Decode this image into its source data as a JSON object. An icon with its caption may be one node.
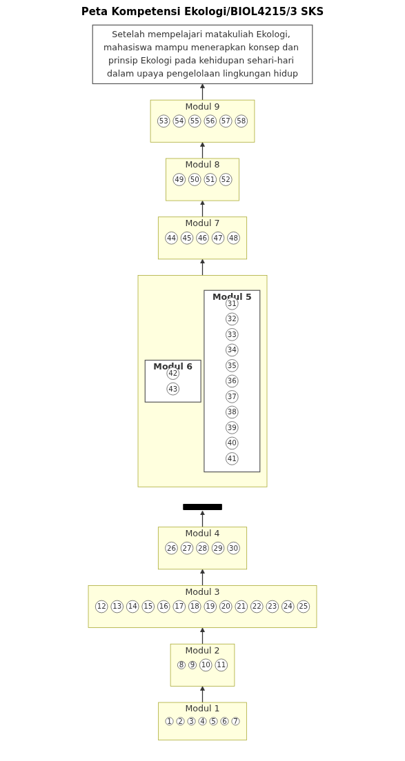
{
  "diagram": {
    "title": "Peta Kompetensi Ekologi/BIOL4215/3 SKS",
    "nodes": [
      {
        "text": [
          "Setelah mempelajari matakuliah Ekologi, mahasiswa mampu menerapkan konsep dan prinsip Ekologi pada kehidupan sehari-hari dalam upaya pengelolaan lingkungan hidup"
        ]
      },
      {
        "text": [
          "Modul 9"
        ]
      },
      {
        "text": [
          "53"
        ],
        "in": 1
      },
      {
        "text": [
          "54"
        ],
        "in": 1
      },
      {
        "text": [
          "55"
        ],
        "in": 1
      },
      {
        "text": [
          "56"
        ],
        "in": 1
      },
      {
        "text": [
          "57"
        ],
        "in": 1
      },
      {
        "text": [
          "58"
        ],
        "in": 1
      },
      {
        "text": [
          "Modul 8"
        ]
      },
      {
        "text": [
          "49"
        ],
        "in": 8
      },
      {
        "text": [
          "50"
        ],
        "in": 8
      },
      {
        "text": [
          "51"
        ],
        "in": 8
      },
      {
        "text": [
          "52"
        ],
        "in": 8
      },
      {
        "text": [
          "Modul 7"
        ]
      },
      {
        "text": [
          "44"
        ],
        "in": 13
      },
      {
        "text": [
          "45"
        ],
        "in": 13
      },
      {
        "text": [
          "46"
        ],
        "in": 13
      },
      {
        "text": [
          "47"
        ],
        "in": 13
      },
      {
        "text": [
          "48"
        ],
        "in": 13
      },
      {
        "text": [],
        "shape": "box"
      },
      {
        "text": [
          "Modul 5"
        ],
        "in": 19
      },
      {
        "text": [
          "31"
        ],
        "in": 20
      },
      {
        "text": [
          "32"
        ],
        "in": 20
      },
      {
        "text": [
          "33"
        ],
        "in": 20
      },
      {
        "text": [
          "34"
        ],
        "in": 20
      },
      {
        "text": [
          "35"
        ],
        "in": 20
      },
      {
        "text": [
          "36"
        ],
        "in": 20
      },
      {
        "text": [
          "37"
        ],
        "in": 20
      },
      {
        "text": [
          "38"
        ],
        "in": 20
      },
      {
        "text": [
          "39"
        ],
        "in": 20
      },
      {
        "text": [
          "40"
        ],
        "in": 20
      },
      {
        "text": [
          "41"
        ],
        "in": 20
      },
      {
        "text": [
          "Modul 6"
        ],
        "in": 19
      },
      {
        "text": [
          "42"
        ],
        "in": 32
      },
      {
        "text": [
          "43"
        ],
        "in": 32
      },
      {
        "text": [],
        "shape": "bar"
      },
      {
        "text": [
          "Modul 4"
        ]
      },
      {
        "text": [
          "26"
        ],
        "in": 36
      },
      {
        "text": [
          "27"
        ],
        "in": 36
      },
      {
        "text": [
          "28"
        ],
        "in": 36
      },
      {
        "text": [
          "29"
        ],
        "in": 36
      },
      {
        "text": [
          "30"
        ],
        "in": 36
      },
      {
        "text": [
          "Modul 3"
        ]
      },
      {
        "text": [
          "12"
        ],
        "in": 42
      },
      {
        "text": [
          "13"
        ],
        "in": 42
      },
      {
        "text": [
          "14"
        ],
        "in": 42
      },
      {
        "text": [
          "15"
        ],
        "in": 42
      },
      {
        "text": [
          "16"
        ],
        "in": 42
      },
      {
        "text": [
          "17"
        ],
        "in": 42
      },
      {
        "text": [
          "18"
        ],
        "in": 42
      },
      {
        "text": [
          "19"
        ],
        "in": 42
      },
      {
        "text": [
          "20"
        ],
        "in": 42
      },
      {
        "text": [
          "21"
        ],
        "in": 42
      },
      {
        "text": [
          "22"
        ],
        "in": 42
      },
      {
        "text": [
          "23"
        ],
        "in": 42
      },
      {
        "text": [
          "24"
        ],
        "in": 42
      },
      {
        "text": [
          "25"
        ],
        "in": 42
      },
      {
        "text": [
          "Modul 2"
        ]
      },
      {
        "text": [
          "8"
        ],
        "in": 57
      },
      {
        "text": [
          "9"
        ],
        "in": 57
      },
      {
        "text": [
          "10"
        ],
        "in": 57
      },
      {
        "text": [
          "11"
        ],
        "in": 57
      },
      {
        "text": [
          "Modul 1"
        ]
      },
      {
        "text": [
          "1"
        ],
        "in": 62
      },
      {
        "text": [
          "2"
        ],
        "in": 62
      },
      {
        "text": [
          "3"
        ],
        "in": 62
      },
      {
        "text": [
          "4"
        ],
        "in": 62
      },
      {
        "text": [
          "5"
        ],
        "in": 62
      },
      {
        "text": [
          "6"
        ],
        "in": 62
      },
      {
        "text": [
          "7"
        ],
        "in": 62
      }
    ],
    "edges": [
      {
        "from": 1,
        "to": 0,
        "arrow": "to"
      },
      {
        "from": 8,
        "to": 1,
        "arrow": "to"
      },
      {
        "from": 13,
        "to": 8,
        "arrow": "to"
      },
      {
        "from": 19,
        "to": 13,
        "arrow": "to"
      },
      {
        "from": 36,
        "to": 35,
        "arrow": "to"
      },
      {
        "from": 42,
        "to": 36,
        "arrow": "to"
      },
      {
        "from": 57,
        "to": 42,
        "arrow": "to"
      },
      {
        "from": 62,
        "to": 57,
        "arrow": "to"
      }
    ]
  }
}
